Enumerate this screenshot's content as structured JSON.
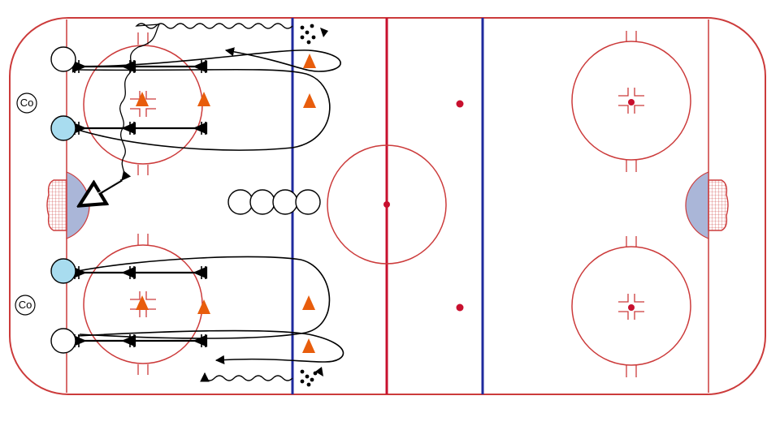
{
  "colors": {
    "boards": "#cc3b3b",
    "red_line": "#c8102e",
    "blue_line": "#1f2a9e",
    "cone": "#e85d0c",
    "crease": "#aab6d8",
    "player_fill": "#ffffff",
    "highlight_player": "#a8dcef",
    "ink": "#000000"
  },
  "coaches": [
    {
      "label": "Co",
      "icon": "coach-marker"
    },
    {
      "label": "Co",
      "icon": "coach-marker"
    }
  ],
  "icons": {
    "cone": "orange-cone-icon",
    "puck_pile": "puck-pile-icon",
    "player": "player-circle-icon",
    "pass_arrow": "pass-arrow-icon",
    "skate_path": "skate-path-icon",
    "stickhandle_path": "stickhandle-wavy-icon"
  }
}
